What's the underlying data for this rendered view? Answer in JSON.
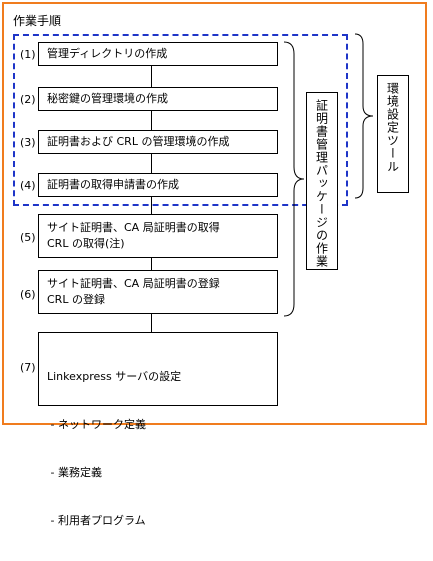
{
  "title": "作業手順",
  "steps": [
    {
      "num": "(1)",
      "lines": [
        "管理ディレクトリの作成"
      ]
    },
    {
      "num": "(2)",
      "lines": [
        "秘密鍵の管理環境の作成"
      ]
    },
    {
      "num": "(3)",
      "lines": [
        "証明書および CRL の管理環境の作成"
      ]
    },
    {
      "num": "(4)",
      "lines": [
        "証明書の取得申請書の作成"
      ]
    },
    {
      "num": "(5)",
      "lines": [
        "サイト証明書、CA 局証明書の取得",
        "CRL の取得(注)"
      ]
    },
    {
      "num": "(6)",
      "lines": [
        "サイト証明書、CA 局証明書の登録",
        "CRL の登録"
      ]
    },
    {
      "num": "(7)",
      "lines": [
        "Linkexpress サーバの設定",
        " - ネットワーク定義",
        " - 業務定義",
        " - 利用者プログラム"
      ]
    }
  ],
  "labels": {
    "cert_package": "証明書管理パッケージの作業",
    "env_tool": "環境設定ツール"
  },
  "colors": {
    "frame": "#f07c1e",
    "dashed": "#1f35c8"
  }
}
